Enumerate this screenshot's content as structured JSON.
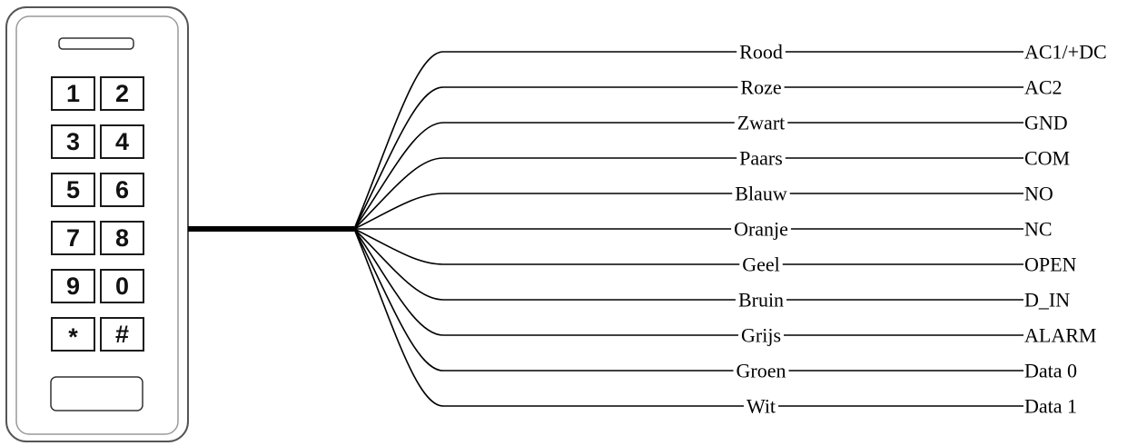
{
  "keypad": {
    "keys": [
      "1",
      "2",
      "3",
      "4",
      "5",
      "6",
      "7",
      "8",
      "9",
      "0",
      "*",
      "#"
    ]
  },
  "wires": [
    {
      "color": "Rood",
      "signal": "AC1/+DC"
    },
    {
      "color": "Roze",
      "signal": "AC2"
    },
    {
      "color": "Zwart",
      "signal": "GND"
    },
    {
      "color": "Paars",
      "signal": "COM"
    },
    {
      "color": "Blauw",
      "signal": "NO"
    },
    {
      "color": "Oranje",
      "signal": "NC"
    },
    {
      "color": "Geel",
      "signal": "OPEN"
    },
    {
      "color": "Bruin",
      "signal": "D_IN"
    },
    {
      "color": "Grijs",
      "signal": "ALARM"
    },
    {
      "color": "Groen",
      "signal": "Data 0"
    },
    {
      "color": "Wit",
      "signal": "Data 1"
    }
  ]
}
